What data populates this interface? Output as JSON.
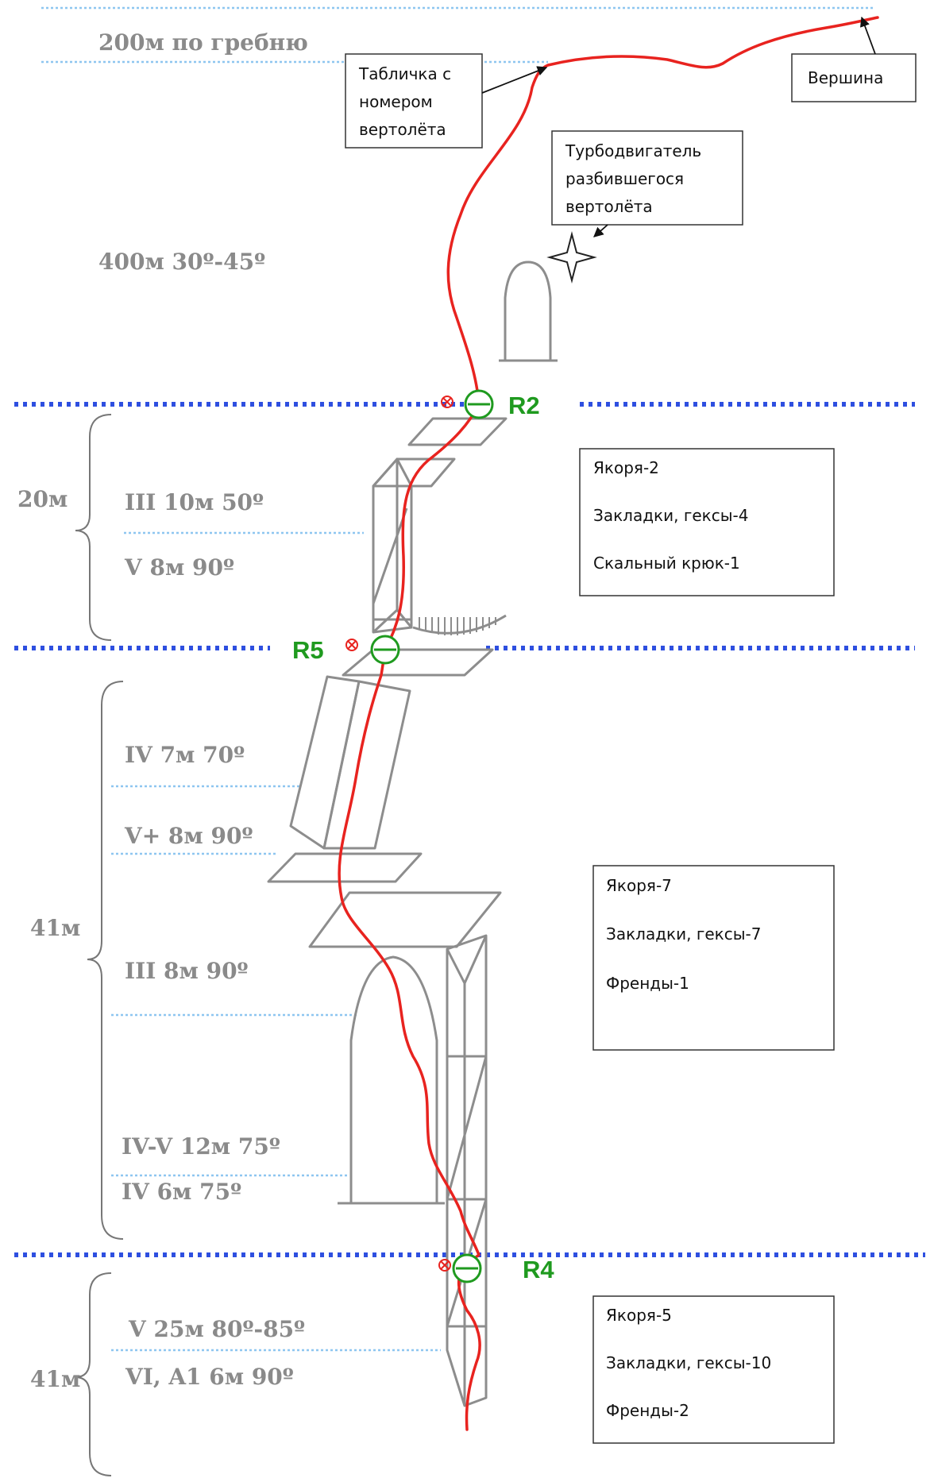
{
  "sections": [
    {
      "label": "200м по гребню"
    },
    {
      "label": "400м 30º-45º"
    }
  ],
  "pitches": [
    {
      "label": "III 10м 50º"
    },
    {
      "label": "V 8м 90º"
    },
    {
      "label": "IV 7м 70º"
    },
    {
      "label": "V+ 8м 90º"
    },
    {
      "label": "III 8м 90º"
    },
    {
      "label": "IV-V 12м 75º"
    },
    {
      "label": "IV 6м 75º"
    },
    {
      "label": "V 25м 80º-85º"
    },
    {
      "label": "VI, A1 6м 90º"
    }
  ],
  "segments": [
    {
      "length": "20м"
    },
    {
      "length": "41м"
    },
    {
      "length": "41м"
    }
  ],
  "belays": [
    {
      "label": "R2"
    },
    {
      "label": "R5"
    },
    {
      "label": "R4"
    }
  ],
  "callouts": {
    "plate": [
      "Табличка с",
      "номером",
      "вертолёта"
    ],
    "summit": "Вершина",
    "engine": [
      "Турбодвигатель",
      "разбившегося",
      "вертолёта"
    ]
  },
  "gear_boxes": [
    {
      "lines": [
        "Якоря-2",
        "Закладки, гексы-4",
        "Скальный крюк-1"
      ]
    },
    {
      "lines": [
        "Якоря-7",
        "Закладки, гексы-7",
        "Френды-1"
      ]
    },
    {
      "lines": [
        "Якоря-5",
        "Закладки, гексы-10",
        "Френды-2"
      ]
    }
  ],
  "colors": {
    "route": "#e8231f",
    "belay_marker": "#1f9a1f",
    "piton_marker": "#e8231f",
    "belay_line": "#2e4fe0",
    "pitch_divider": "#8ec6f0",
    "rock_outline": "#8d8d8d",
    "pitch_text": "#8a8a8a"
  },
  "icons": {
    "belay": "belay-station-icon",
    "piton": "piton-icon",
    "engine": "engine-star-icon"
  }
}
